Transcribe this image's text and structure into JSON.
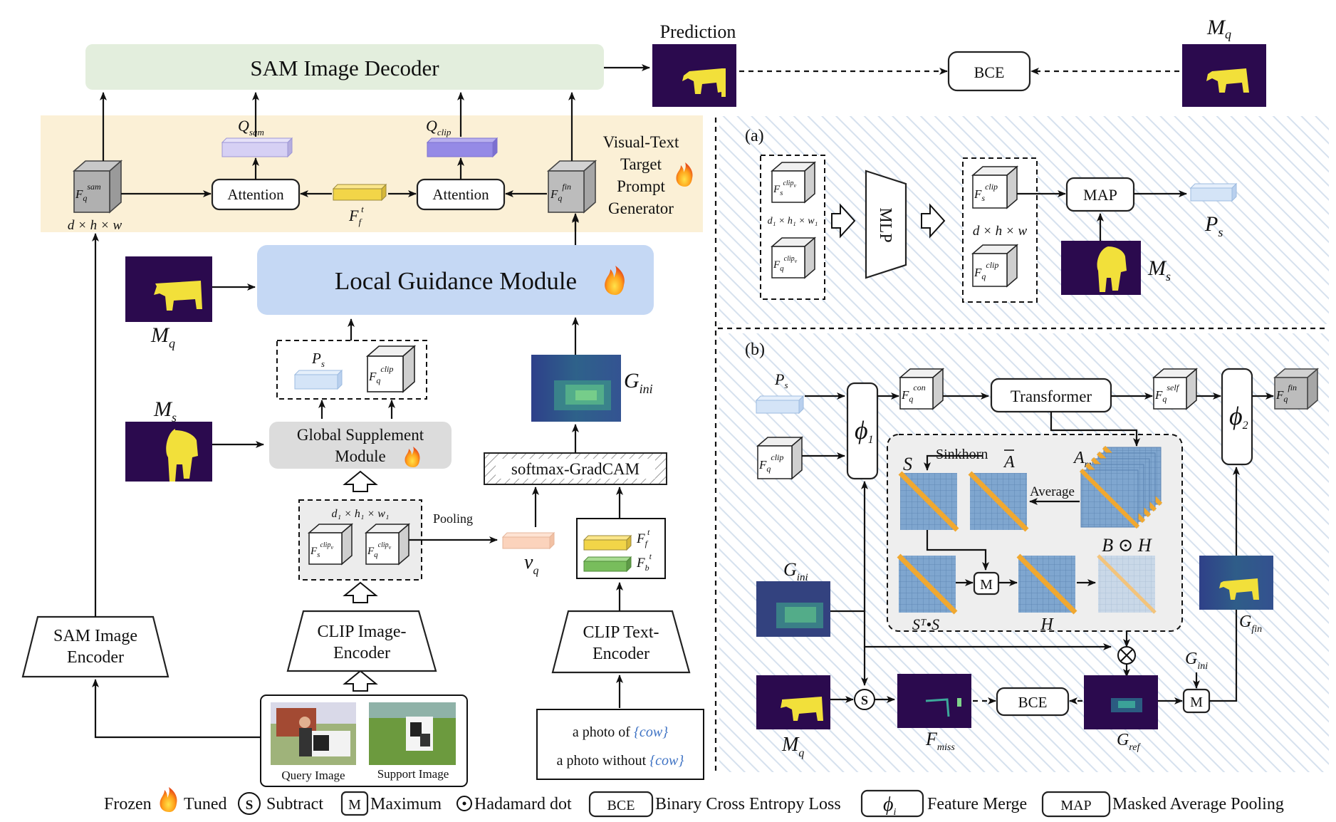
{
  "decoder": {
    "label": "SAM Image Decoder"
  },
  "prediction": {
    "label": "Prediction"
  },
  "bce_top": {
    "label": "BCE"
  },
  "mq_top": {
    "label": "M",
    "sub": "q"
  },
  "generator": {
    "label_lines": [
      "Visual-Text",
      "Target",
      "Prompt",
      "Generator"
    ]
  },
  "q_sam": {
    "main": "Q",
    "sub": "sam"
  },
  "q_clip": {
    "main": "Q",
    "sub": "clip"
  },
  "attention": {
    "label": "Attention"
  },
  "f_sam": {
    "main": "F",
    "sub": "q",
    "sup": "sam"
  },
  "f_fin": {
    "main": "F",
    "sub": "q",
    "sup": "fin"
  },
  "ff_t": {
    "main": "F",
    "sub": "f",
    "sup": "t"
  },
  "dims": {
    "dhw": "d × h × w",
    "d1h1w1": "d₁ × h₁ × w₁"
  },
  "lgm": {
    "label": "Local Guidance Module"
  },
  "mq_left": {
    "main": "M",
    "sub": "q"
  },
  "ms_left": {
    "main": "M",
    "sub": "s"
  },
  "ps": {
    "main": "P",
    "sub": "s"
  },
  "f_clip": {
    "main": "F",
    "sub": "q",
    "sup": "clip"
  },
  "f_s_clip": {
    "main": "F",
    "sub": "s",
    "sup": "clip"
  },
  "f_s_clipv": {
    "main": "F",
    "sub": "s",
    "sup": "clip",
    "supsub": "v"
  },
  "f_q_clipv": {
    "main": "F",
    "sub": "q",
    "sup": "clip",
    "supsub": "v"
  },
  "gsm": {
    "line1": "Global Supplement",
    "line2": "Module"
  },
  "g_ini": {
    "main": "G",
    "sub": "ini"
  },
  "gradcam": {
    "label": "softmax-GradCAM"
  },
  "pooling": {
    "label": "Pooling"
  },
  "vq": {
    "main": "v",
    "sub": "q"
  },
  "fb_t": {
    "main": "F",
    "sub": "b",
    "sup": "t"
  },
  "sam_encoder": {
    "line1": "SAM Image",
    "line2": "Encoder"
  },
  "clip_image_encoder": {
    "line1": "CLIP  Image-",
    "line2": "Encoder"
  },
  "clip_text_encoder": {
    "line1": "CLIP  Text-",
    "line2": "Encoder"
  },
  "images": {
    "query": "Query Image",
    "support": "Support Image"
  },
  "prompts": {
    "p1_prefix": "a photo of ",
    "p2_prefix": "a photo without ",
    "word": "{cow}"
  },
  "panel_a": {
    "tag": "(a)",
    "mlp": "MLP",
    "map": "MAP",
    "ps": {
      "main": "P",
      "sub": "s"
    },
    "ms": {
      "main": "M",
      "sub": "s"
    }
  },
  "panel_b": {
    "tag": "(b)",
    "phi1": {
      "main": "ϕ",
      "sub": "1"
    },
    "phi2": {
      "main": "ϕ",
      "sub": "2"
    },
    "f_con": {
      "main": "F",
      "sub": "q",
      "sup": "con"
    },
    "f_self": {
      "main": "F",
      "sub": "q",
      "sup": "self"
    },
    "transformer": "Transformer",
    "sinkhorn": "Sinkhorn",
    "s": "S",
    "abar": "A",
    "am": {
      "main": "A",
      "sub": "m"
    },
    "average": "Average",
    "bh": "B ⊙ H",
    "sts": "Sᵀ•S",
    "h": "H",
    "m": "M",
    "s_circle": "S",
    "bce": "BCE",
    "f_miss": {
      "main": "F",
      "sub": "miss"
    },
    "g_ref": {
      "main": "G",
      "sub": "ref"
    },
    "g_fin": {
      "main": "G",
      "sub": "fin"
    },
    "g_ini": {
      "main": "G",
      "sub": "ini"
    },
    "mq": {
      "main": "M",
      "sub": "q"
    }
  },
  "legend": {
    "frozen": "Frozen",
    "tuned": "Tuned",
    "s_symbol": "S",
    "subtract": "Subtract",
    "m_symbol": "M",
    "maximum": "Maximum",
    "hadamard": "Hadamard dot",
    "bce_symbol": "BCE",
    "bce_text": "Binary Cross Entropy Loss",
    "phi_main": "ϕ",
    "phi_sub": "i",
    "feature_merge": "Feature Merge",
    "map_symbol": "MAP",
    "map_text": "Masked Average Pooling"
  },
  "colors": {
    "decoder_bg": "#e3eedd",
    "generator_bg": "#fbf0d6",
    "lgm_bg": "#c5d8f4",
    "lgm_text": "#3c5fa8",
    "gsm_bg": "#dcdcdc",
    "generator_text": "#c0622a",
    "mask_dark": "#2b0a4e",
    "mask_yellow": "#f2e03a",
    "prompt_blue": "#3f73c4"
  }
}
